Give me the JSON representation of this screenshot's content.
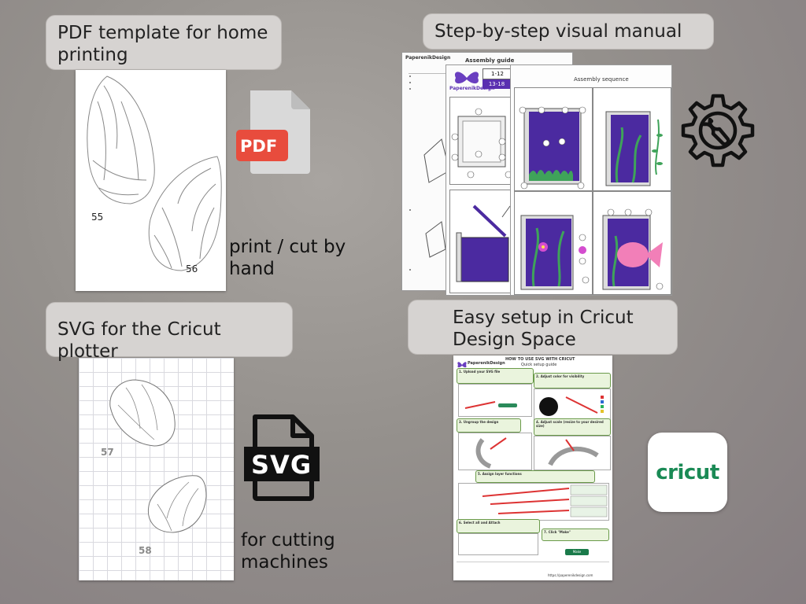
{
  "labels": {
    "pdf_template": "PDF template for home printing",
    "visual_manual": "Step-by-step visual manual",
    "svg_cricut": "SVG for the Cricut plotter",
    "easy_setup": "Easy setup in Cricut Design Space"
  },
  "captions": {
    "print_cut": "print / cut by hand",
    "cutting_machines": "for cutting machines"
  },
  "pdf_sheet": {
    "part_a": "55",
    "part_b": "56"
  },
  "svg_sheet": {
    "part_a": "57",
    "part_b": "58"
  },
  "icons": {
    "pdf": {
      "name": "pdf-file-icon",
      "text": "PDF",
      "color": "#e84c3d"
    },
    "svg": {
      "name": "svg-file-icon",
      "text": "SVG"
    },
    "gear": {
      "name": "gear-wrench-icon"
    },
    "cricut": {
      "name": "cricut-logo",
      "text": "cricut",
      "color": "#1a8a55"
    }
  },
  "manual": {
    "brand": "PaperenikDesign",
    "back_title": "Assembly guide",
    "front_title": "Assembly sequence",
    "badge_range": "1-12",
    "badge_range_2": "13-18"
  },
  "cricut_guide": {
    "brand": "PaperenikDesign",
    "title": "HOW TO USE SVG WITH CRICUT",
    "subtitle": "Quick setup guide",
    "steps": [
      "1. Upload your SVG file",
      "2. Adjust color for visibility",
      "3. Ungroup the design",
      "4. Adjust scale (resize to your desired size)",
      "5. Assign layer functions",
      "6. Select all and Attach",
      "7. Click \"Make\""
    ],
    "make_button": "Make",
    "url": "https://paperenikdesign.com"
  }
}
